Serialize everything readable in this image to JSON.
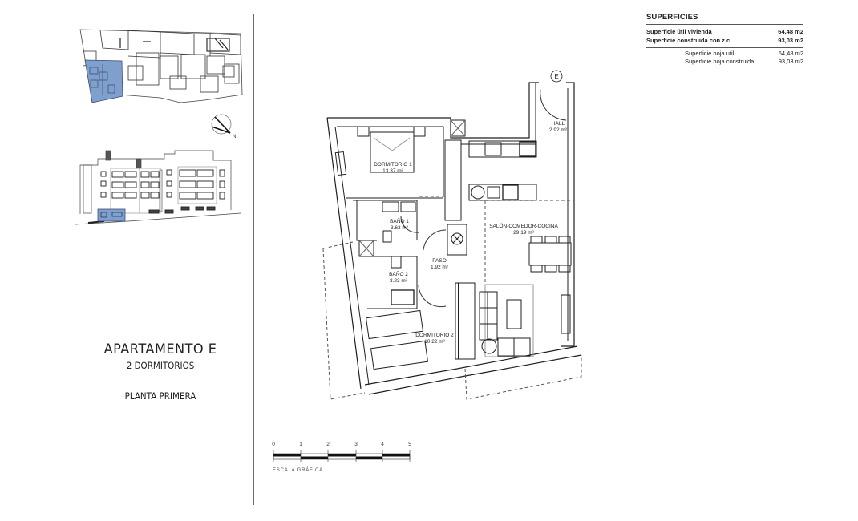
{
  "surfaces": {
    "title": "SUPERFICIES",
    "main_rows": [
      {
        "label": "Superficie útil vivienda",
        "value": "64,48 m2"
      },
      {
        "label": "Superficie construida con z.c.",
        "value": "93,03 m2"
      }
    ],
    "sub_rows": [
      {
        "label": "Superficie boja util",
        "value": "64,48 m2"
      },
      {
        "label": "Superficie boja construida",
        "value": "93,03 m2"
      }
    ]
  },
  "apartment": {
    "title": "APARTAMENTO E",
    "bedrooms": "2 DORMITORIOS",
    "floor": "PLANTA PRIMERA"
  },
  "entrance_marker": "E",
  "compass": {
    "north_label": "N"
  },
  "rooms": [
    {
      "name": "DORMITORIO 1",
      "area": "13.37 m²"
    },
    {
      "name": "BAÑO 1",
      "area": "3.63 m²"
    },
    {
      "name": "PASO",
      "area": "1.92 m²"
    },
    {
      "name": "BAÑO 2",
      "area": "3.23 m²"
    },
    {
      "name": "DORMITORIO 2",
      "area": "10.22 m²"
    },
    {
      "name": "SALÓN-COMEDOR-COCINA",
      "area": "29.19 m²"
    },
    {
      "name": "HALL",
      "area": "2.92 m²"
    }
  ],
  "scale": {
    "ticks": [
      "0",
      "1",
      "2",
      "3",
      "4",
      "5"
    ],
    "caption": "ESCALA GRÁFICA"
  },
  "colors": {
    "highlight": "#7f9fcc",
    "line": "#222222"
  }
}
